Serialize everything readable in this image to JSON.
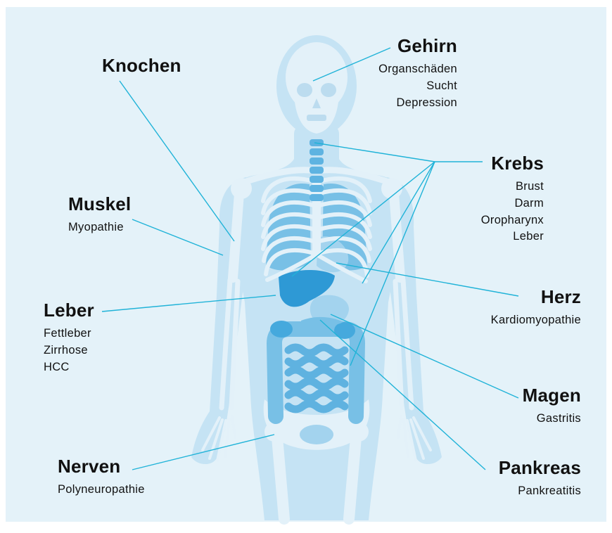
{
  "labels": {
    "knochen": {
      "title": "Knochen"
    },
    "gehirn": {
      "title": "Gehirn",
      "items": [
        "Organschäden",
        "Sucht",
        "Depression"
      ]
    },
    "krebs": {
      "title": "Krebs",
      "items": [
        "Brust",
        "Darm",
        "Oropharynx",
        "Leber"
      ]
    },
    "muskel": {
      "title": "Muskel",
      "items": [
        "Myopathie"
      ]
    },
    "leber": {
      "title": "Leber",
      "items": [
        "Fettleber",
        "Zirrhose",
        "HCC"
      ]
    },
    "herz": {
      "title": "Herz",
      "items": [
        "Kardiomyopathie"
      ]
    },
    "magen": {
      "title": "Magen",
      "items": [
        "Gastritis"
      ]
    },
    "pankreas": {
      "title": "Pankreas",
      "items": [
        "Pankreatitis"
      ]
    },
    "nerven": {
      "title": "Nerven",
      "items": [
        "Polyneuropathie"
      ]
    }
  },
  "colors": {
    "panel": "#e4f2f9",
    "body": "#c5e3f4",
    "skeleton": "#e3f1f9",
    "organ": "#78c0e6",
    "organ_mid": "#45a9dd",
    "organ_dark": "#2e99d5",
    "organ_light": "#a3d3ee",
    "intestine": "#5fb2e0",
    "spine": "#5eb3e1",
    "socket": "#bcdcef",
    "connector": "#20b3d8",
    "text": "#111111"
  }
}
